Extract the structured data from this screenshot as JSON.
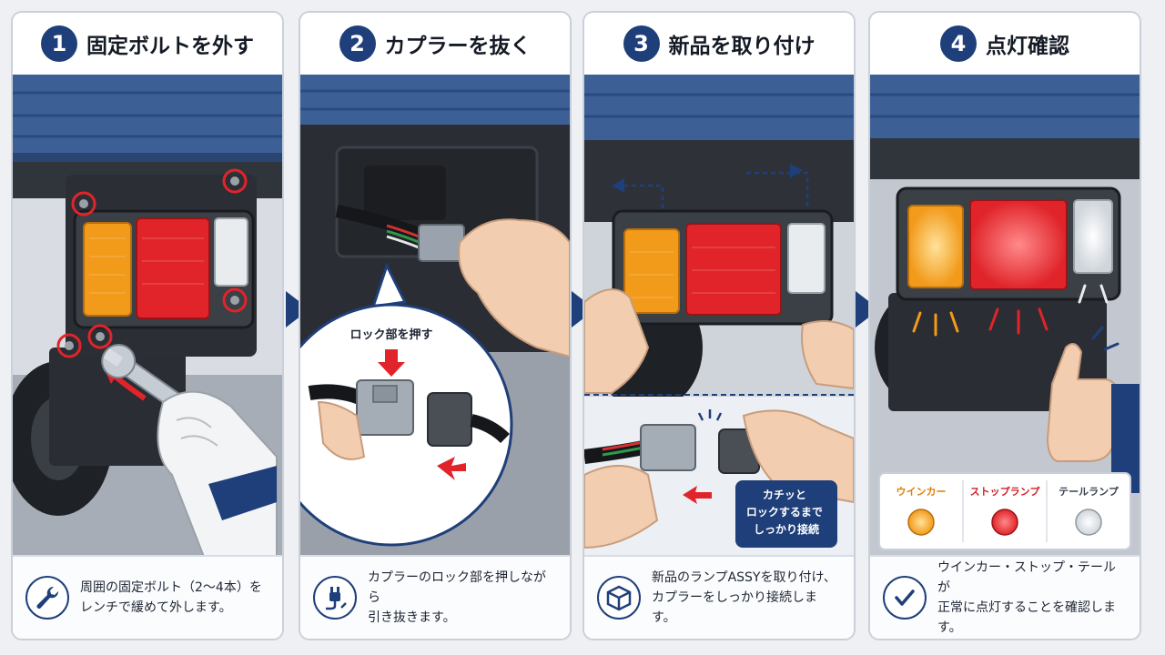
{
  "colors": {
    "navy": "#1f3f7a",
    "amber": "#f29a1a",
    "red": "#e0242a",
    "clear": "#e8ecef",
    "truck_blue": "#3c6096",
    "frame_dark": "#2b2f35"
  },
  "steps": [
    {
      "number": "1",
      "title": "固定ボルトを外す",
      "description": "周囲の固定ボルト（2〜4本）を\nレンチで緩めて外します。",
      "icon": "wrench-icon"
    },
    {
      "number": "2",
      "title": "カプラーを抜く",
      "callout": "ロック部を押す",
      "description": "カプラーのロック部を押しながら\n引き抜きます。",
      "icon": "plug-icon"
    },
    {
      "number": "3",
      "title": "新品を取り付け",
      "callout": "カチッと\nロックするまで\nしっかり接続",
      "description": "新品のランプASSYを取り付け、\nカプラーをしっかり接続します。",
      "icon": "box-icon"
    },
    {
      "number": "4",
      "title": "点灯確認",
      "legend": [
        "ウインカー",
        "ストップランプ",
        "テールランプ"
      ],
      "description": "ウインカー・ストップ・テールが\n正常に点灯することを確認します。",
      "icon": "check-icon"
    }
  ]
}
